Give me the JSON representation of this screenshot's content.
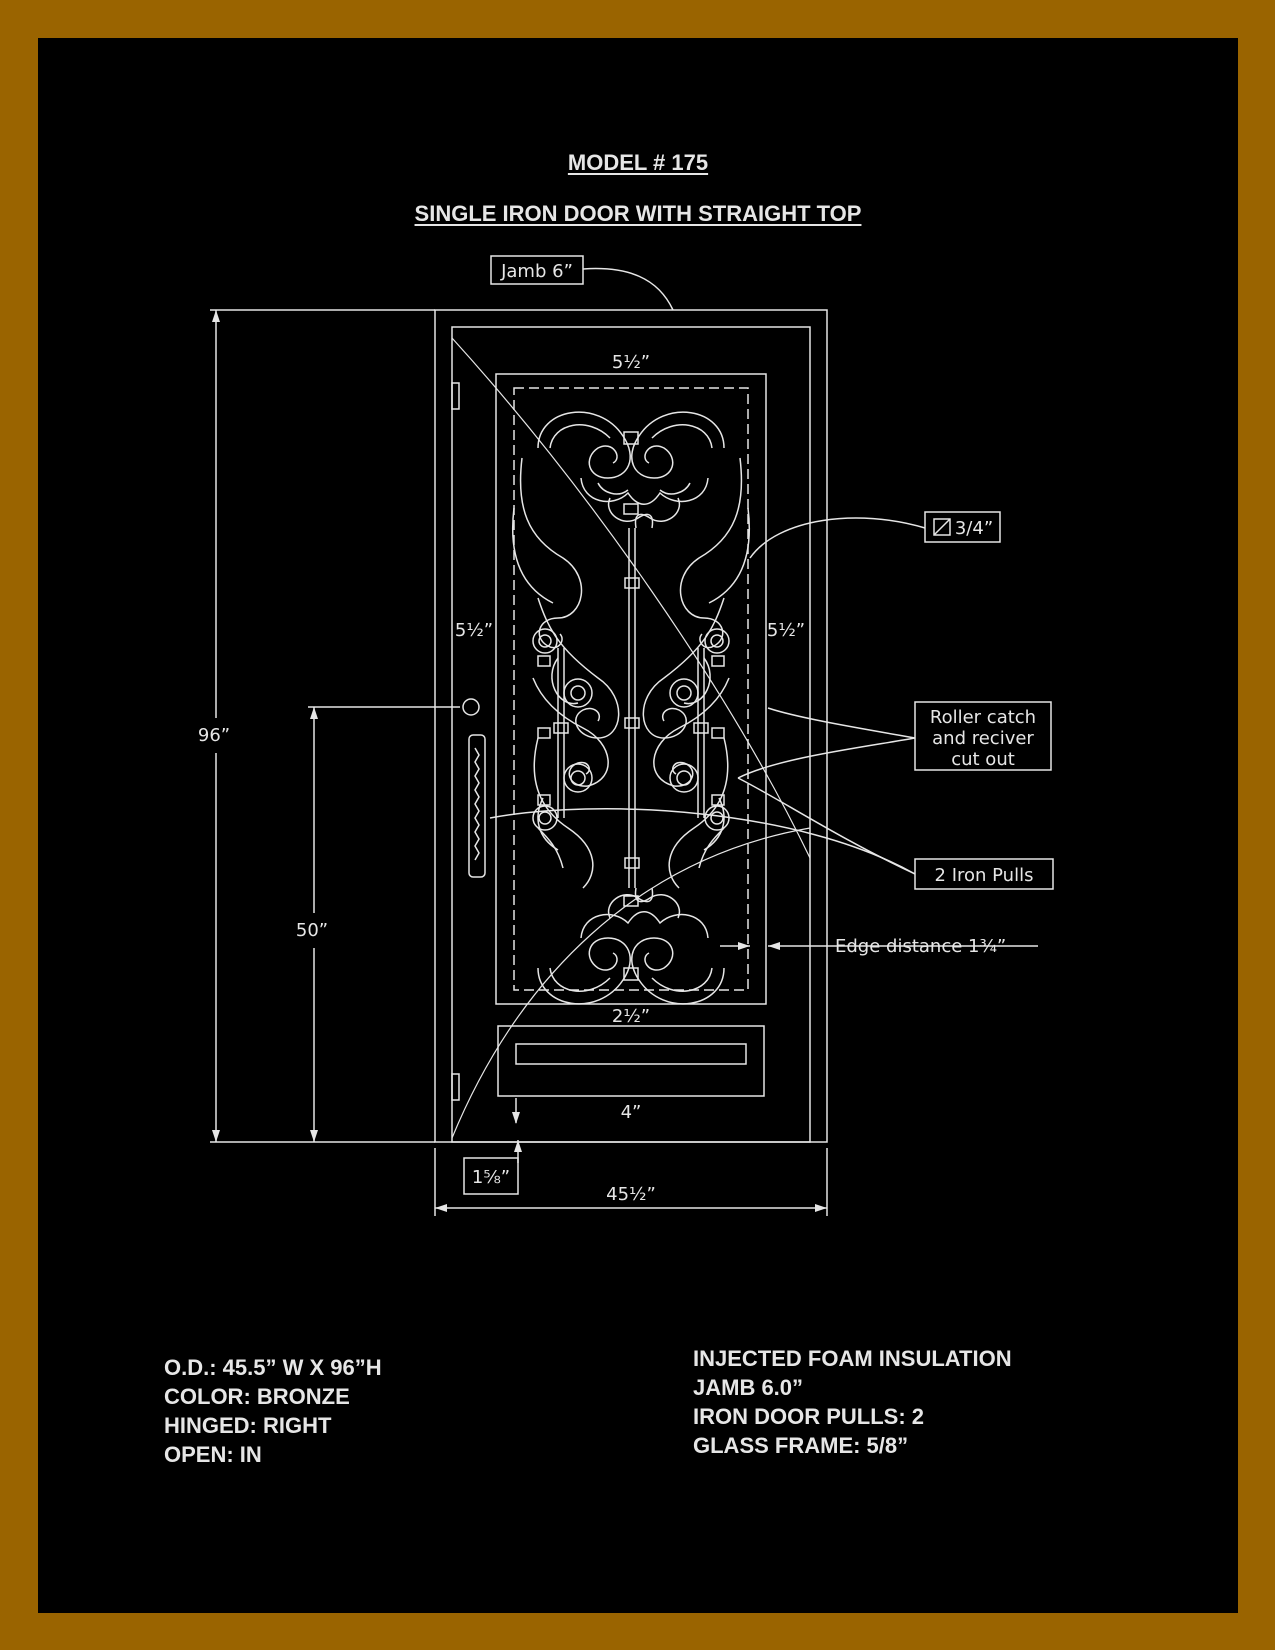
{
  "model": "MODEL # 175",
  "description": "SINGLE IRON DOOR WITH STRAIGHT TOP",
  "callouts": {
    "jamb": "Jamb 6”",
    "square_bar": "3/4”",
    "roller_catch": [
      "Roller catch",
      "and reciver",
      "cut out"
    ],
    "iron_pulls": "2 Iron Pulls",
    "edge_distance": "Edge distance 1¾”"
  },
  "dimensions": {
    "top": "5½”",
    "left": "5½”",
    "right": "5½”",
    "bottom_glass": "2½”",
    "bottom_panel": "4”",
    "height_total": "96”",
    "handle_height": "50”",
    "sill": "1⅝”",
    "width_total": "45½”"
  },
  "specs_left": [
    "O.D.: 45.5” W X 96”H",
    "COLOR: BRONZE",
    "HINGED: RIGHT",
    "OPEN: IN"
  ],
  "specs_right": [
    "INJECTED FOAM INSULATION",
    "JAMB 6.0”",
    "IRON DOOR PULLS: 2",
    "GLASS FRAME: 5/8”"
  ],
  "colors": {
    "border": "#9a6400",
    "background": "#000000",
    "linework": "#e6e6e6"
  }
}
